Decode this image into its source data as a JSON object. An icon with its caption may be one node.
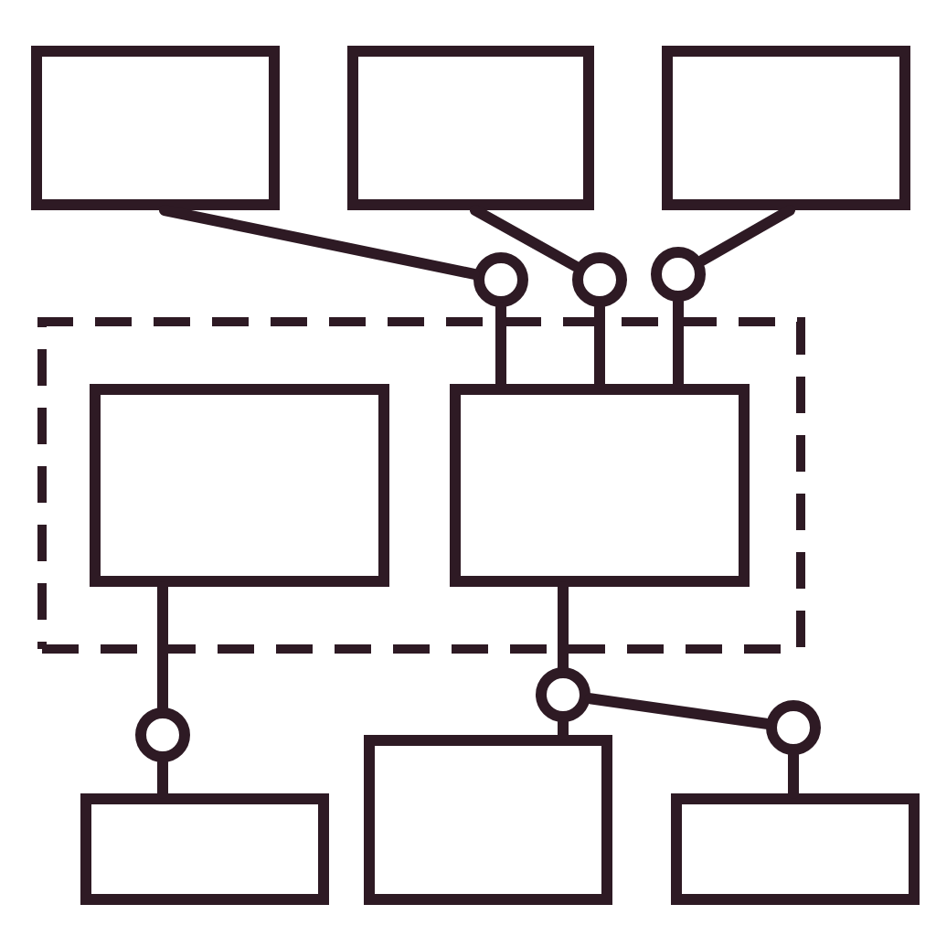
{
  "diagram": {
    "nodes": [
      {
        "text": [],
        "shape": "box"
      },
      {
        "text": [],
        "shape": "box"
      },
      {
        "text": [],
        "shape": "box"
      },
      {
        "text": [],
        "shape": "circle"
      },
      {
        "text": [],
        "shape": "circle"
      },
      {
        "text": [],
        "shape": "circle"
      },
      {
        "text": [],
        "shape": "box"
      },
      {
        "text": [],
        "shape": "box",
        "in": 6
      },
      {
        "text": [],
        "shape": "box",
        "in": 6
      },
      {
        "text": [],
        "shape": "circle"
      },
      {
        "text": [],
        "shape": "circle"
      },
      {
        "text": [],
        "shape": "circle"
      },
      {
        "text": [],
        "shape": "box"
      },
      {
        "text": [],
        "shape": "box"
      },
      {
        "text": [],
        "shape": "box"
      }
    ],
    "edges": [
      {
        "from": 0,
        "to": 3,
        "arrow": "none"
      },
      {
        "from": 3,
        "to": 8,
        "arrow": "none"
      },
      {
        "from": 1,
        "to": 4,
        "arrow": "none"
      },
      {
        "from": 4,
        "to": 8,
        "arrow": "none"
      },
      {
        "from": 2,
        "to": 5,
        "arrow": "none"
      },
      {
        "from": 5,
        "to": 8,
        "arrow": "none"
      },
      {
        "from": 7,
        "to": 11,
        "arrow": "none"
      },
      {
        "from": 11,
        "to": 12,
        "arrow": "none"
      },
      {
        "from": 8,
        "to": 9,
        "arrow": "none"
      },
      {
        "from": 9,
        "to": 13,
        "arrow": "none"
      },
      {
        "from": 9,
        "to": 10,
        "arrow": "none"
      },
      {
        "from": 10,
        "to": 14,
        "arrow": "none"
      }
    ]
  }
}
